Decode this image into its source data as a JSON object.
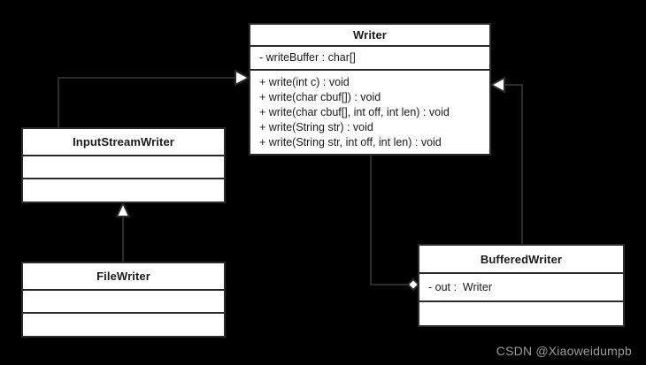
{
  "diagram": {
    "kind": "uml-class-diagram",
    "background_color": "#000000",
    "box_fill_color": "#ffffff",
    "line_color": "#2b2b2b",
    "classes": [
      {
        "id": "writer",
        "name": "Writer",
        "attributes": [
          "- writeBuffer : char[]"
        ],
        "operations": [
          "+ write(int c) : void",
          "+ write(char cbuf[]) : void",
          "+ write(char cbuf[], int off, int len) : void",
          "+ write(String str) : void",
          "+ write(String str, int off, int len) : void"
        ]
      },
      {
        "id": "inputstreamwriter",
        "name": "InputStreamWriter",
        "attributes": [],
        "operations": []
      },
      {
        "id": "filewriter",
        "name": "FileWriter",
        "attributes": [],
        "operations": []
      },
      {
        "id": "bufferedwriter",
        "name": "BufferedWriter",
        "attributes": [
          "- out :  Writer"
        ],
        "operations": []
      }
    ],
    "relationships": [
      {
        "id": "isw-to-writer",
        "type": "generalization",
        "from": "InputStreamWriter",
        "to": "Writer"
      },
      {
        "id": "fw-to-isw",
        "type": "generalization",
        "from": "FileWriter",
        "to": "InputStreamWriter"
      },
      {
        "id": "bw-to-writer",
        "type": "generalization",
        "from": "BufferedWriter",
        "to": "Writer"
      },
      {
        "id": "writer-aggregation-bw",
        "type": "aggregation",
        "from": "BufferedWriter",
        "to": "Writer"
      }
    ]
  },
  "watermark": {
    "text": "CSDN @Xiaoweidumpb"
  }
}
